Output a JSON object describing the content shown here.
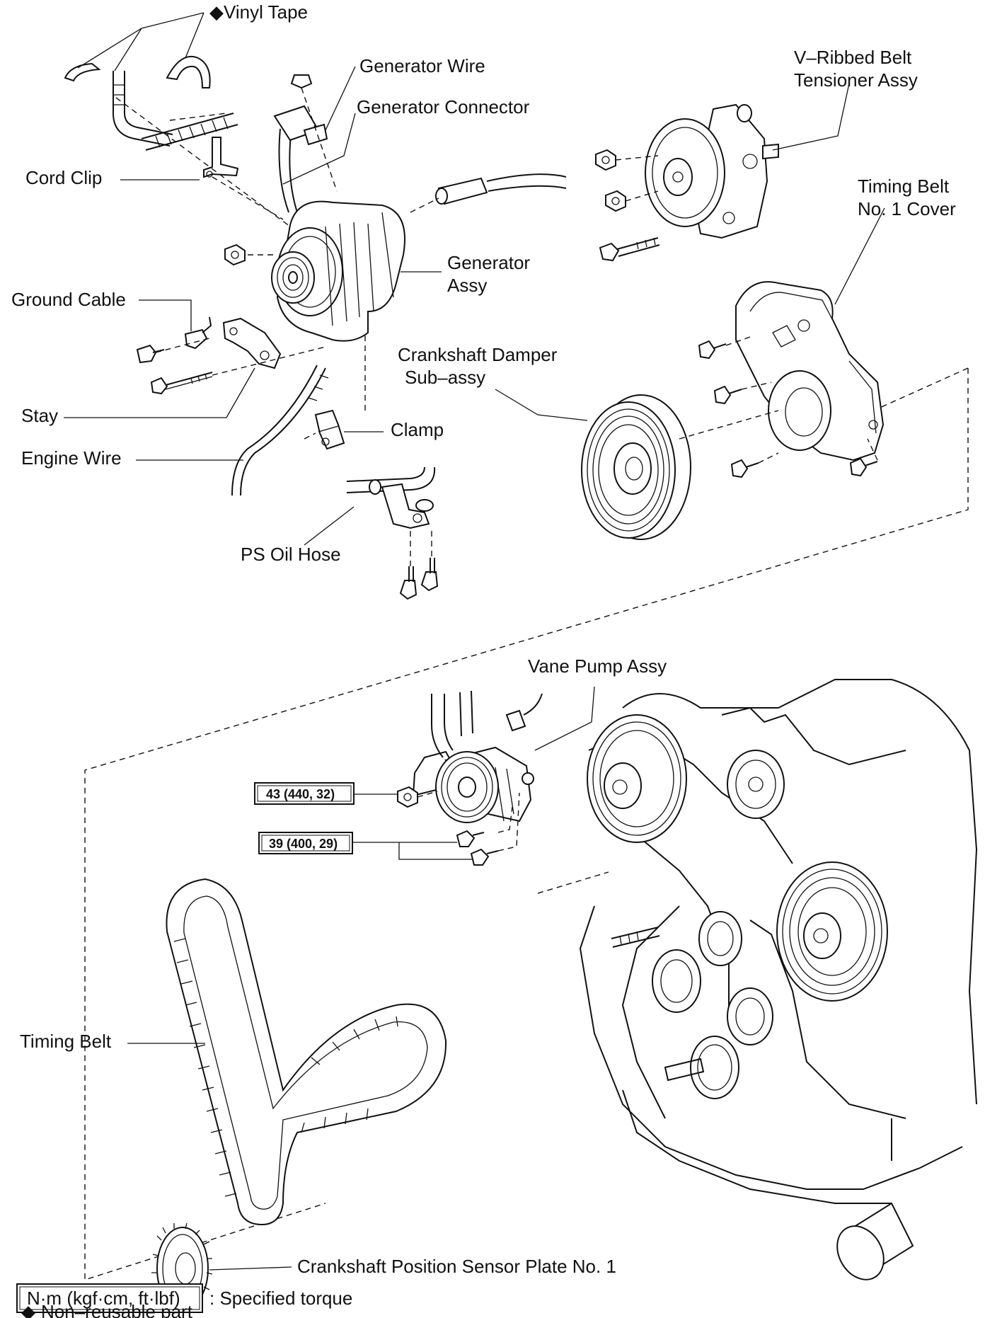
{
  "labels": {
    "vinyl_tape": "Vinyl Tape",
    "generator_wire": "Generator Wire",
    "generator_connector": "Generator Connector",
    "vribbed_belt_line1": "V–Ribbed  Belt",
    "vribbed_belt_line2": "Tensioner Assy",
    "cord_clip": "Cord Clip",
    "timing_belt_cover_line1": "Timing Belt",
    "timing_belt_cover_line2": "No. 1 Cover",
    "generator_assy_line1": "Generator",
    "generator_assy_line2": "Assy",
    "ground_cable": "Ground Cable",
    "crankshaft_damper_line1": "Crankshaft Damper",
    "crankshaft_damper_line2": "Sub–assy",
    "stay": "Stay",
    "clamp": "Clamp",
    "engine_wire": "Engine Wire",
    "ps_oil_hose": "PS Oil Hose",
    "vane_pump_assy": "Vane Pump Assy",
    "timing_belt": "Timing Belt",
    "crankshaft_position_sensor_plate": "Crankshaft Position Sensor Plate No. 1"
  },
  "torque_specs": [
    {
      "text": "43 (440, 32)"
    },
    {
      "text": "39 (400, 29)"
    }
  ],
  "legend": {
    "torque_box": "N·m (kgf·cm, ft·lbf)",
    "torque_desc": ": Specified torque",
    "nonreusable_symbol": "◆",
    "nonreusable_desc": "Non–reusable part"
  }
}
